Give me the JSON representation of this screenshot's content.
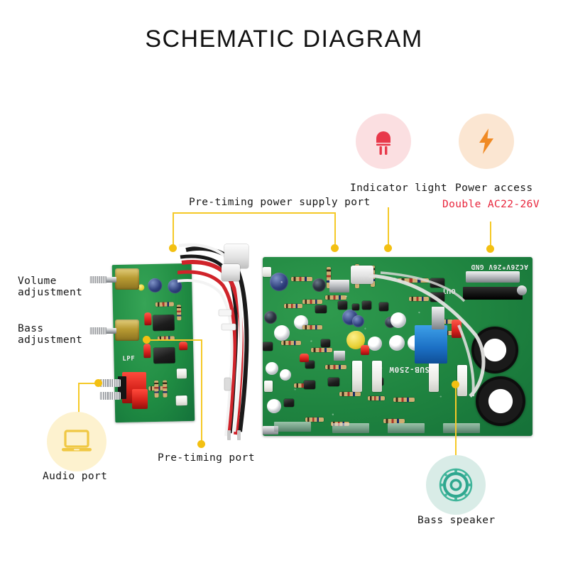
{
  "page": {
    "title": "SCHEMATIC DIAGRAM",
    "background": "#ffffff"
  },
  "colors": {
    "leader_line": "#f5c927",
    "leader_dot": "#f3c012",
    "label_text": "#161616",
    "warning_text": "#e8243b",
    "pcb_green": "#1f8440",
    "indicator_circle": "#fbdfe1",
    "indicator_icon": "#e8384a",
    "power_circle": "#fbe6d2",
    "power_icon": "#f08a24",
    "audio_circle": "#fdf2cf",
    "audio_icon": "#f0c843",
    "speaker_circle": "#d9ece7",
    "speaker_icon": "#3fb59a"
  },
  "callouts": {
    "indicator_light": {
      "label": "Indicator light",
      "icon": "led-icon"
    },
    "power_access": {
      "label": "Power access",
      "sublabel": "Double AC22-26V",
      "icon": "lightning-bolt-icon"
    },
    "pre_timing_power_supply_port": {
      "label": "Pre-timing power supply port"
    },
    "volume_adjustment": {
      "line1": "Volume",
      "line2": "adjustment"
    },
    "bass_adjustment": {
      "line1": "Bass",
      "line2": "adjustment"
    },
    "audio_port": {
      "label": "Audio port",
      "icon": "laptop-icon"
    },
    "pre_timing_port": {
      "label": "Pre-timing port"
    },
    "bass_speaker": {
      "label": "Bass speaker",
      "icon": "speaker-icon"
    }
  },
  "board_silkscreen": {
    "power_terminal": "AC26V*26V GND",
    "model": "SUB-250W",
    "out_label": "OUT",
    "preamp_label": "LPF"
  }
}
